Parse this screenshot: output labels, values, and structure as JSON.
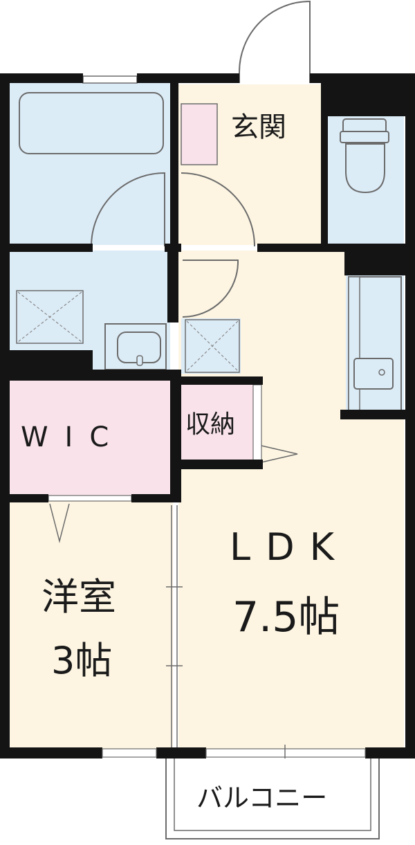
{
  "rooms": {
    "genkan": "玄関",
    "wic": "WIC",
    "storage": "収納",
    "ldk": {
      "name": "LDK",
      "size": "7.5帖"
    },
    "western": {
      "name": "洋室",
      "size": "3帖"
    },
    "balcony": "バルコニー"
  },
  "colors": {
    "wall": "#141414",
    "wet_area": "#dcecf7",
    "living": "#fdf5e2",
    "closet": "#f9e2ea",
    "balcony": "#ffffff",
    "line": "#6b6b6b"
  }
}
